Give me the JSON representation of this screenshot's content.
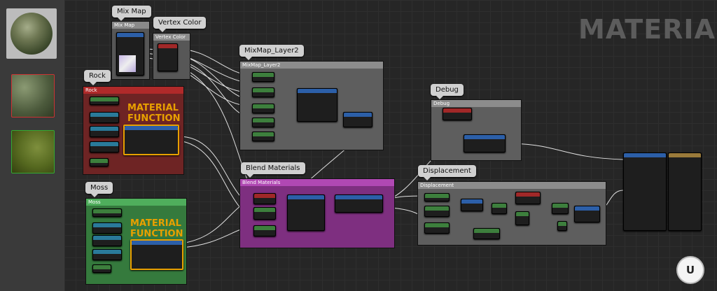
{
  "window": {
    "title": "MATERIAL"
  },
  "comments": {
    "mix_map": "Mix Map",
    "vertex_color": "Vertex Color",
    "mixmap_layer2": "MixMap_Layer2",
    "rock": "Rock",
    "moss": "Moss",
    "blend_materials": "Blend Materials",
    "debug": "Debug",
    "displacement": "Displacement"
  },
  "groups": {
    "mix_map": "Mix Map",
    "vertex_color": "Vertex Color",
    "mixmap_layer2": "MixMap_Layer2",
    "rock": "Rock",
    "moss": "Moss",
    "blend_materials": "Blend Materials",
    "debug": "Debug",
    "displacement": "Displacement"
  },
  "material_function_labels": {
    "rock": "MATERIAL FUNCTION",
    "moss": "MATERIAL FUNCTION"
  },
  "colors": {
    "rock_group": "#9a1f1f",
    "moss_group": "#3f8f49",
    "blend_group": "#a040a0",
    "gray_group": "#6a6a6a",
    "accent_orange": "#e8a000"
  },
  "icons": {
    "ue_logo": "unreal-engine-logo-icon"
  },
  "ue_logo_text": "U"
}
